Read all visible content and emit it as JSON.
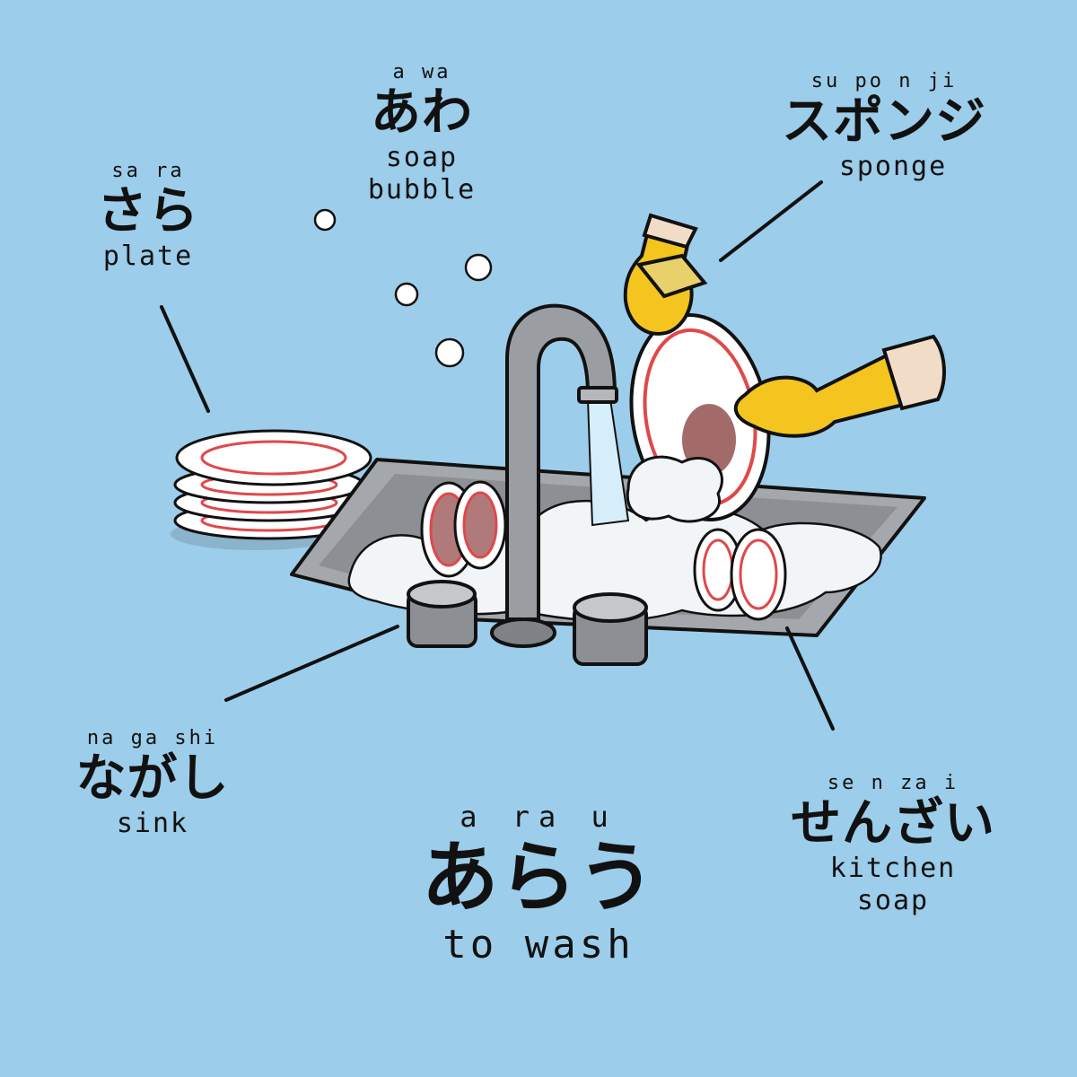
{
  "background_color": "#9ccdea",
  "labels": {
    "sara": {
      "romaji": "sa ra",
      "kana": "さら",
      "english": "plate"
    },
    "awa": {
      "romaji": "a wa",
      "kana": "あわ",
      "english": "soap",
      "english2": "bubble"
    },
    "sponji": {
      "romaji": "su po n ji",
      "kana": "スポンジ",
      "english": "sponge"
    },
    "nagashi": {
      "romaji": "na ga shi",
      "kana": "ながし",
      "english": "sink"
    },
    "senzai": {
      "romaji": "se n za i",
      "kana": "せんざい",
      "english": "kitchen",
      "english2": "soap"
    },
    "arau": {
      "romaji": "a ra u",
      "kana": "あらう",
      "english": "to wash"
    }
  },
  "colors": {
    "sink_metal": "#9a9ea3",
    "glove": "#f3c51e",
    "plate_stripe": "#e0484a",
    "water": "#d6eefa"
  }
}
